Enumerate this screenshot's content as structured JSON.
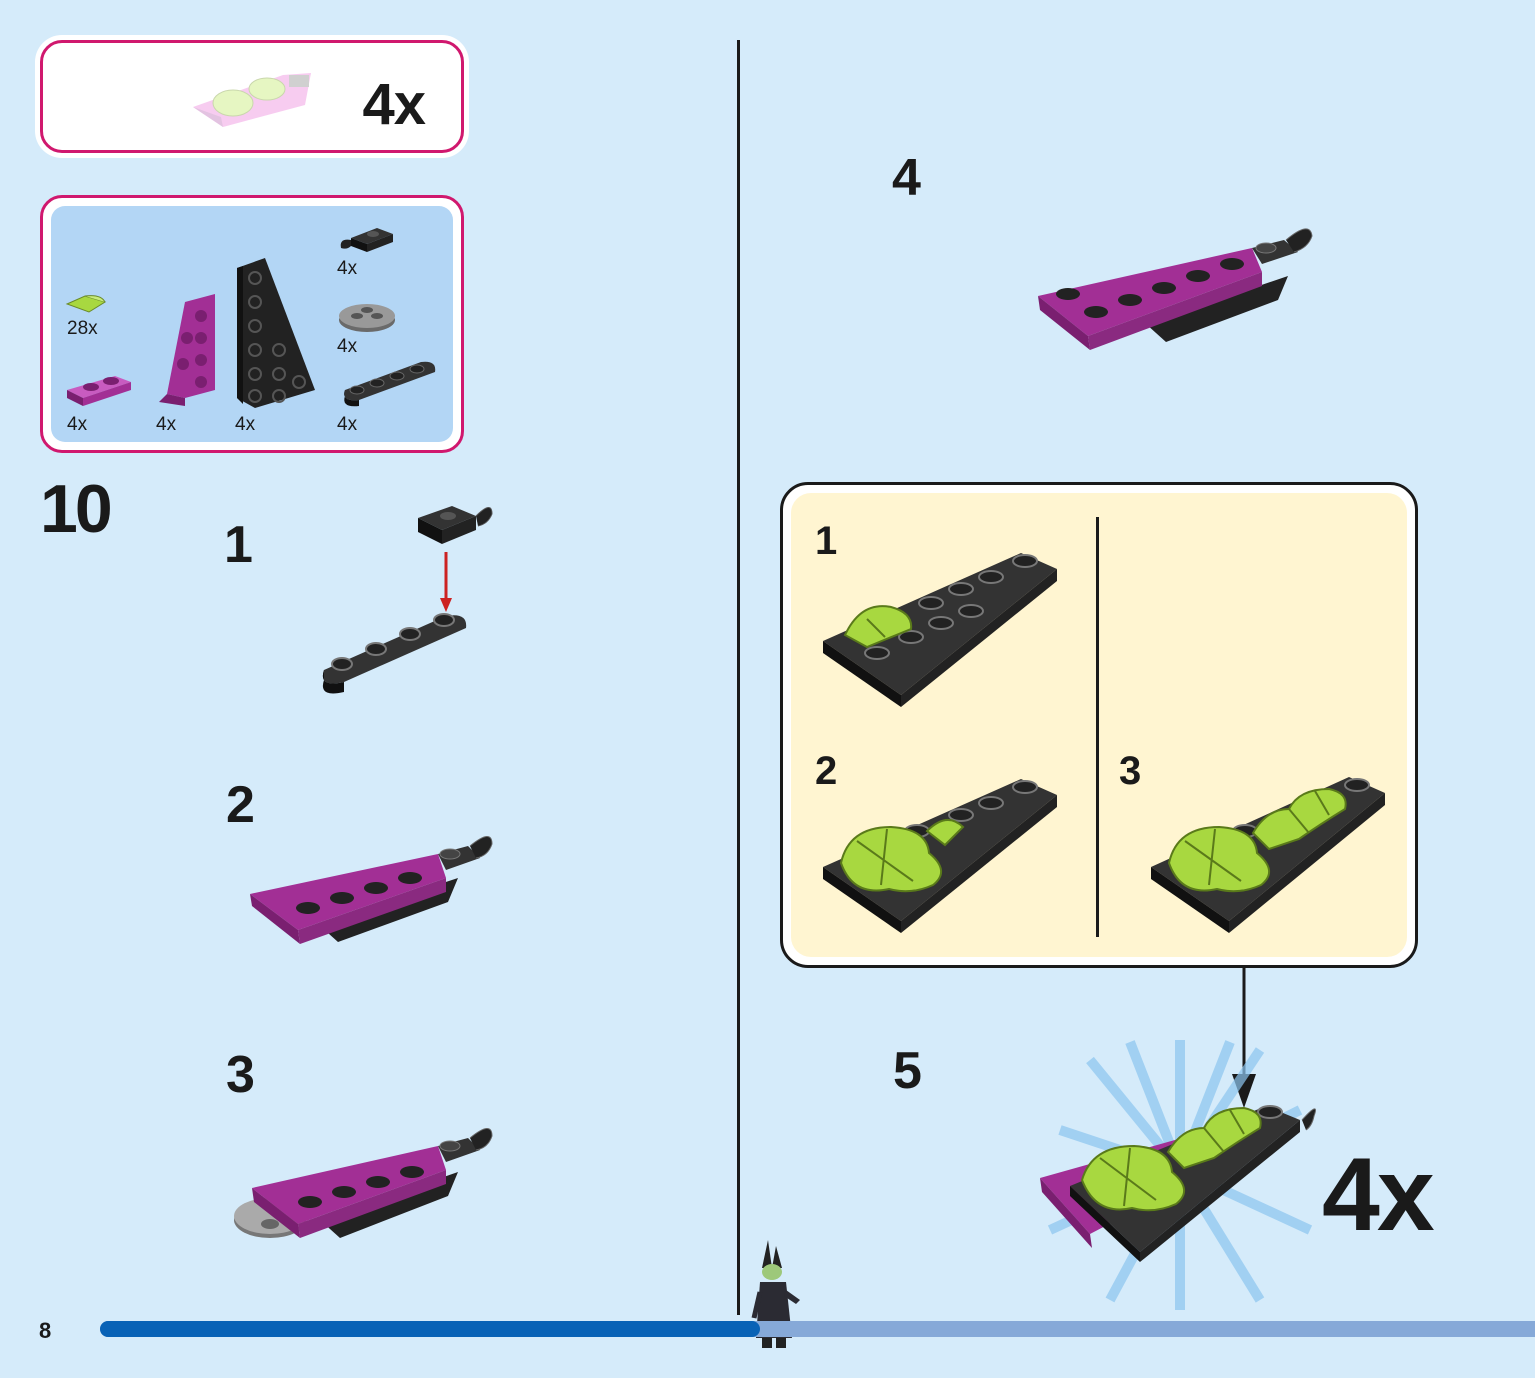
{
  "callout": {
    "multiplier": "4x"
  },
  "parts": [
    {
      "name": "lime-quarter-tile",
      "qty": "28x"
    },
    {
      "name": "magenta-plate-1x2",
      "qty": "4x"
    },
    {
      "name": "magenta-wedge-plate",
      "qty": "4x"
    },
    {
      "name": "black-wedge-plate",
      "qty": "4x"
    },
    {
      "name": "black-plate-clip",
      "qty": "4x"
    },
    {
      "name": "grey-round-plate",
      "qty": "4x"
    },
    {
      "name": "black-plate-1x4-rounded",
      "qty": "4x"
    }
  ],
  "step": {
    "number": "10"
  },
  "substeps": {
    "s1": "1",
    "s2": "2",
    "s3": "3",
    "s4": "4",
    "s5": "5"
  },
  "subassembly": {
    "s1": "1",
    "s2": "2",
    "s3": "3"
  },
  "final": {
    "multiplier": "4x"
  },
  "page": {
    "number": "8",
    "progress": 0.46
  },
  "colors": {
    "magenta": "#a22f95",
    "black": "#222222",
    "lime": "#a8d840",
    "accent_border": "#d0186e",
    "progress_fill": "#0862b6",
    "progress_track": "#86a9d8"
  }
}
